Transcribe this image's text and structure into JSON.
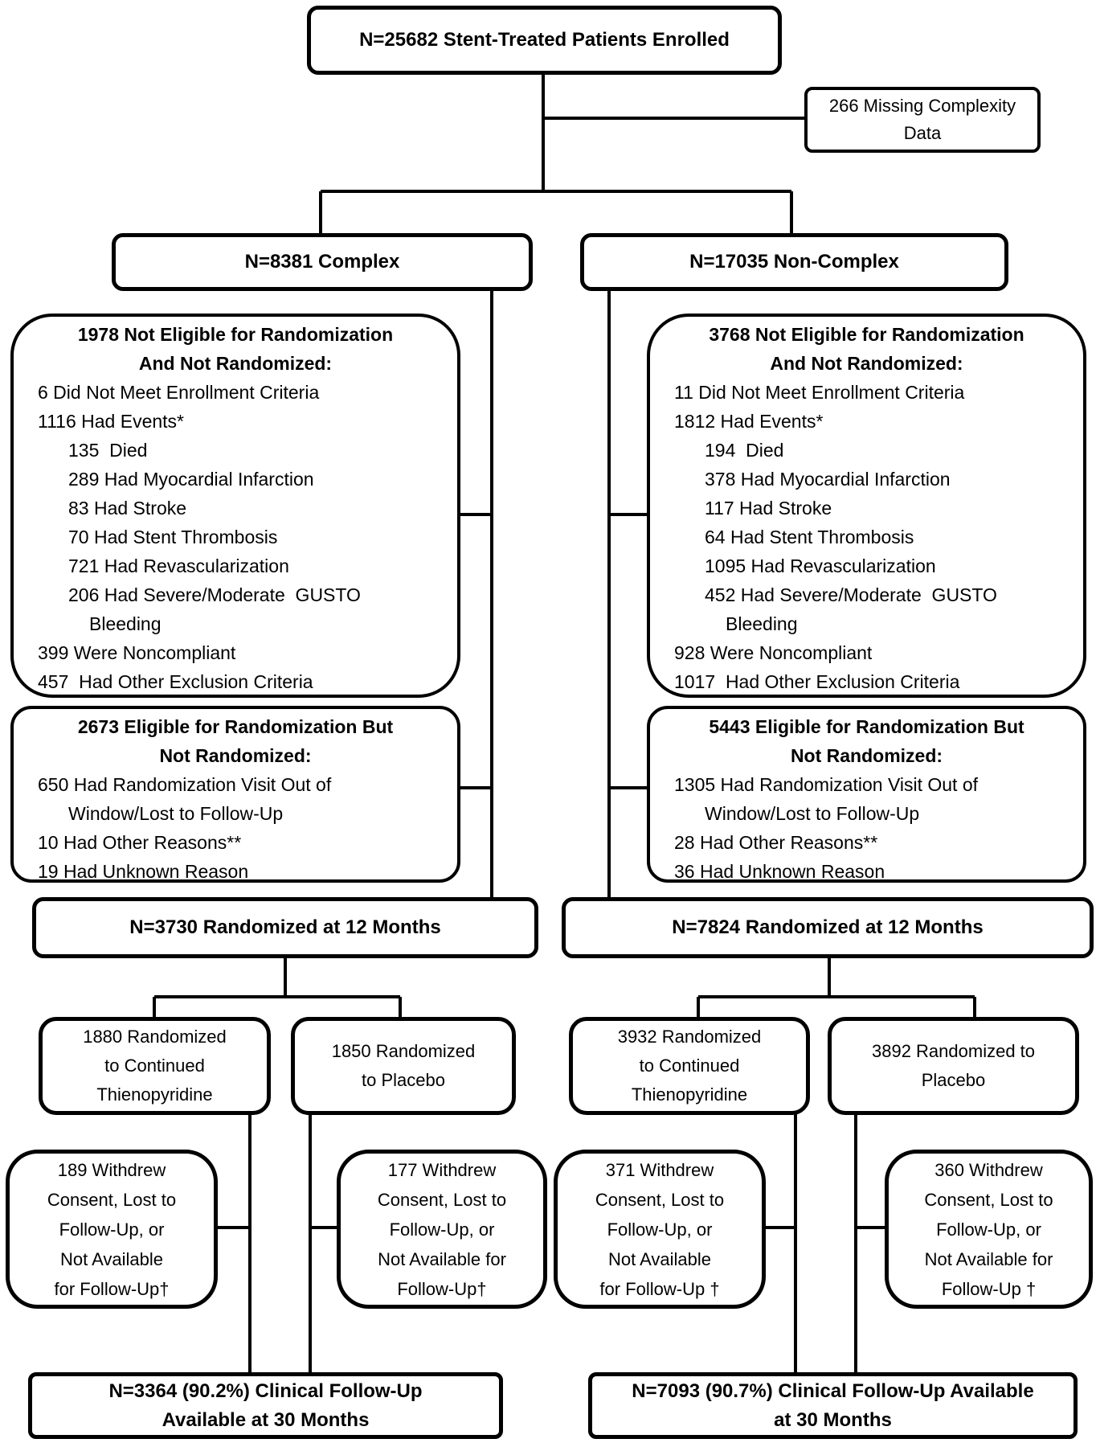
{
  "diagram": {
    "ink_color": "#000000",
    "background_color": "#ffffff",
    "boxes": {
      "enrolled": {
        "text": "N=25682 Stent-Treated Patients Enrolled"
      },
      "missing_complexity": {
        "lines": [
          "266 Missing Complexity",
          "Data"
        ]
      },
      "complex": {
        "text": "N=8381 Complex"
      },
      "non_complex": {
        "text": "N=17035 Non-Complex"
      },
      "complex_not_eligible": {
        "title": [
          "1978 Not Eligible for Randomization",
          "And Not Randomized:"
        ],
        "items": [
          "6 Did Not Meet Enrollment Criteria",
          "1116 Had Events*",
          "135  Died",
          "289 Had Myocardial Infarction",
          "83 Had Stroke",
          "70 Had Stent Thrombosis",
          "721 Had Revascularization",
          "206 Had Severe/Moderate  GUSTO",
          "Bleeding",
          "399 Were Noncompliant",
          "457  Had Other Exclusion Criteria"
        ]
      },
      "complex_eligible_not_randomized": {
        "title": [
          "2673 Eligible for Randomization But",
          "Not Randomized:"
        ],
        "items": [
          "650 Had Randomization Visit Out of",
          "Window/Lost to Follow-Up",
          "10 Had Other Reasons**",
          "19 Had Unknown Reason"
        ]
      },
      "non_complex_not_eligible": {
        "title": [
          "3768 Not Eligible for Randomization",
          "And Not Randomized:"
        ],
        "items": [
          "11 Did Not Meet Enrollment Criteria",
          "1812 Had Events*",
          "194  Died",
          "378 Had Myocardial Infarction",
          "117 Had Stroke",
          "64 Had Stent Thrombosis",
          "1095 Had Revascularization",
          "452 Had Severe/Moderate  GUSTO",
          "Bleeding",
          "928 Were Noncompliant",
          "1017  Had Other Exclusion Criteria"
        ]
      },
      "non_complex_eligible_not_randomized": {
        "title": [
          "5443 Eligible for Randomization But",
          "Not Randomized:"
        ],
        "items": [
          "1305 Had Randomization Visit Out of",
          "Window/Lost to Follow-Up",
          "28 Had Other Reasons**",
          "36 Had Unknown Reason"
        ]
      },
      "complex_randomized": {
        "text": "N=3730 Randomized at 12 Months"
      },
      "non_complex_randomized": {
        "text": "N=7824 Randomized at 12 Months"
      },
      "complex_thienopyridine_arm": {
        "lines": [
          "1880 Randomized",
          "to Continued",
          "Thienopyridine"
        ]
      },
      "complex_placebo_arm": {
        "lines": [
          "1850 Randomized",
          "to Placebo"
        ]
      },
      "non_complex_thienopyridine_arm": {
        "lines": [
          "3932 Randomized",
          "to Continued",
          "Thienopyridine"
        ]
      },
      "non_complex_placebo_arm": {
        "lines": [
          "3892 Randomized to",
          "Placebo"
        ]
      },
      "complex_thienopyridine_withdrew": {
        "lines": [
          "189 Withdrew",
          "Consent, Lost to",
          "Follow-Up, or",
          "Not Available",
          "for Follow-Up†"
        ]
      },
      "complex_placebo_withdrew": {
        "lines": [
          "177 Withdrew",
          "Consent, Lost to",
          "Follow-Up, or",
          "Not Available for",
          "Follow-Up†"
        ]
      },
      "non_complex_thienopyridine_withdrew": {
        "lines": [
          "371 Withdrew",
          "Consent, Lost to",
          "Follow-Up, or",
          "Not Available",
          "for Follow-Up †"
        ]
      },
      "non_complex_placebo_withdrew": {
        "lines": [
          "360 Withdrew",
          "Consent, Lost to",
          "Follow-Up, or",
          "Not Available for",
          "Follow-Up †"
        ]
      },
      "complex_followup": {
        "lines": [
          "N=3364 (90.2%) Clinical Follow-Up",
          "Available at 30 Months"
        ]
      },
      "non_complex_followup": {
        "lines": [
          "N=7093 (90.7%) Clinical Follow-Up Available",
          "at 30 Months"
        ]
      }
    }
  }
}
